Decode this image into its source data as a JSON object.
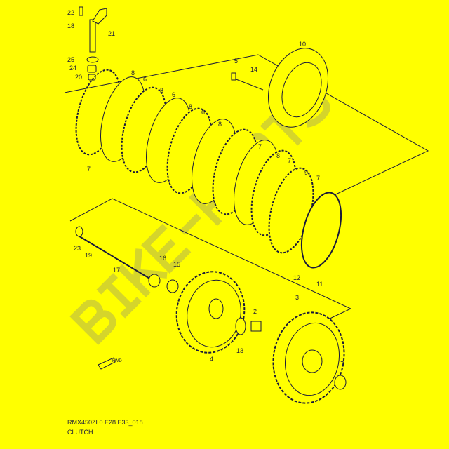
{
  "diagram": {
    "model_code": "RMX450ZL0 E28 E33_018",
    "title": "CLUTCH",
    "watermark": "BIKE-PARTS",
    "fwd_label": "FWD",
    "callouts": [
      "22",
      "18",
      "21",
      "25",
      "24",
      "20",
      "10",
      "5",
      "14",
      "8",
      "6",
      "8",
      "6",
      "8",
      "6",
      "8",
      "7",
      "8",
      "7",
      "9",
      "7",
      "7",
      "23",
      "19",
      "17",
      "16",
      "15",
      "12",
      "11",
      "3",
      "2",
      "13",
      "4",
      "1"
    ]
  },
  "colors": {
    "background": "#ffff00",
    "line": "#1a1a3a"
  }
}
